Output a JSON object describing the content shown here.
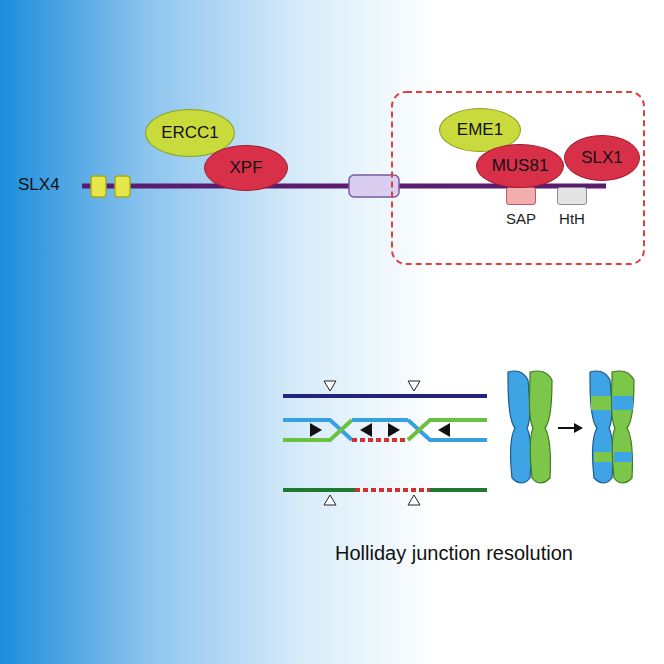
{
  "diagram": {
    "nodes": [
      {
        "text": [
          "ERCC1"
        ]
      },
      {
        "text": [
          "XPF"
        ]
      },
      {
        "text": [
          "EME1"
        ]
      },
      {
        "text": [
          "MUS81"
        ]
      },
      {
        "text": [
          "SLX1"
        ]
      },
      {
        "text": [
          "SAP"
        ]
      },
      {
        "text": [
          "HtH"
        ]
      }
    ],
    "labels": [
      "SLX4",
      "Holliday junction resolution"
    ]
  }
}
